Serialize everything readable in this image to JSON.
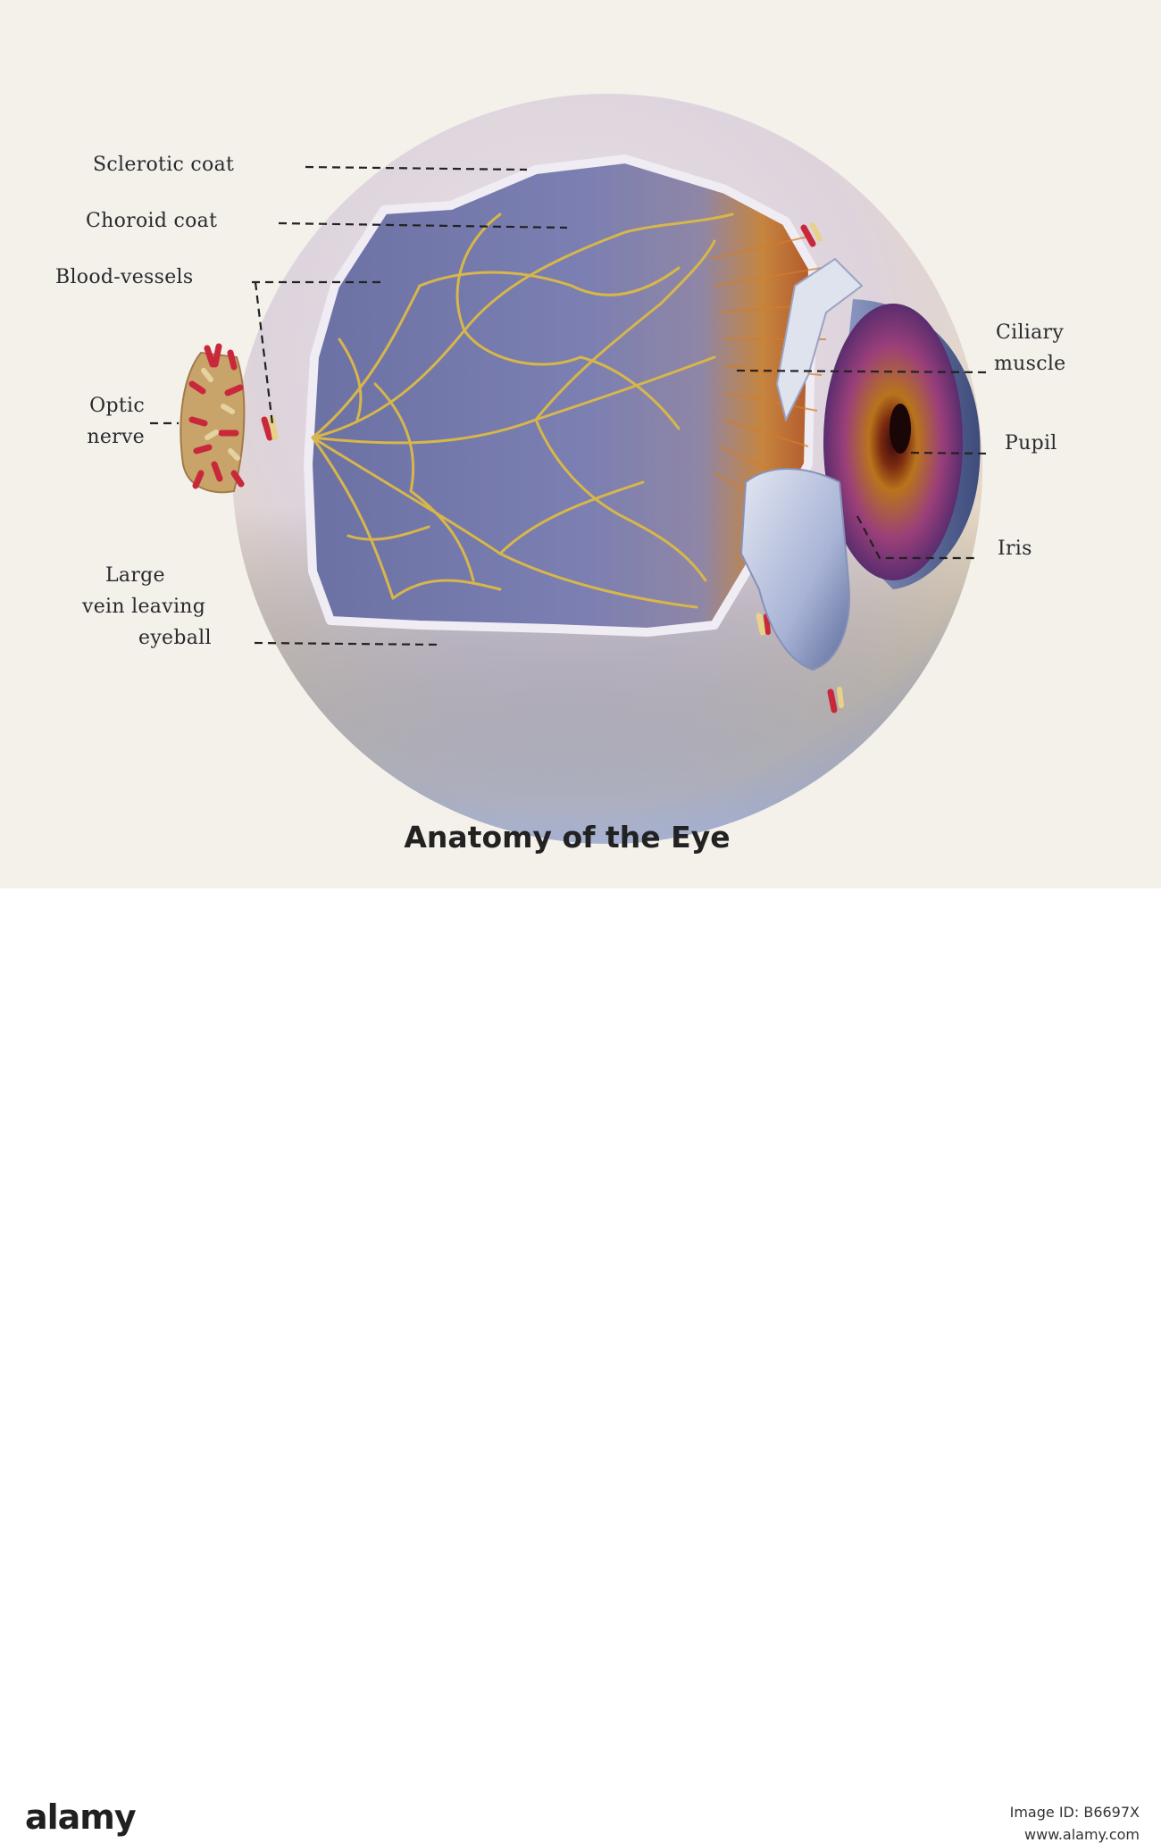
{
  "title": "Anatomy of the Eye",
  "labels": {
    "sclerotic": "Sclerotic coat",
    "choroid": "Choroid coat",
    "blood": "Blood-vessels",
    "optic_1": "Optic",
    "optic_2": "nerve",
    "vein_1": "Large",
    "vein_2": "vein leaving",
    "vein_3": "eyeball",
    "ciliary_1": "Ciliary",
    "ciliary_2": "muscle",
    "pupil": "Pupil",
    "iris": "Iris"
  },
  "watermark": {
    "brand": "alamy",
    "image_id": "Image ID: B6697X",
    "site": "www.alamy.com"
  }
}
